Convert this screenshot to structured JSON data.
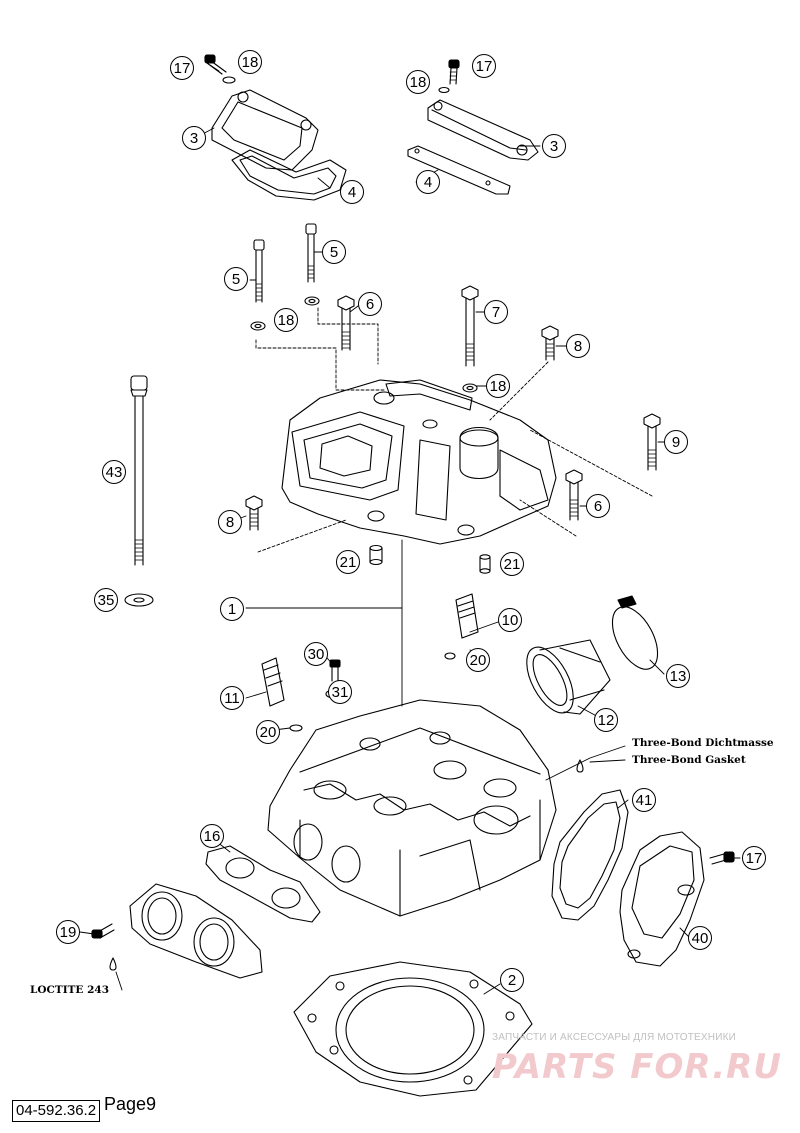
{
  "diagram": {
    "title": "",
    "callouts": [
      {
        "id": "c-17a",
        "label": "17"
      },
      {
        "id": "c-18a",
        "label": "18"
      },
      {
        "id": "c-3a",
        "label": "3"
      },
      {
        "id": "c-4a",
        "label": "4"
      },
      {
        "id": "c-18b",
        "label": "18"
      },
      {
        "id": "c-17b",
        "label": "17"
      },
      {
        "id": "c-3b",
        "label": "3"
      },
      {
        "id": "c-4b",
        "label": "4"
      },
      {
        "id": "c-5a",
        "label": "5"
      },
      {
        "id": "c-5b",
        "label": "5"
      },
      {
        "id": "c-18c",
        "label": "18"
      },
      {
        "id": "c-6a",
        "label": "6"
      },
      {
        "id": "c-7",
        "label": "7"
      },
      {
        "id": "c-8a",
        "label": "8"
      },
      {
        "id": "c-18d",
        "label": "18"
      },
      {
        "id": "c-43",
        "label": "43"
      },
      {
        "id": "c-9",
        "label": "9"
      },
      {
        "id": "c-8b",
        "label": "8"
      },
      {
        "id": "c-6b",
        "label": "6"
      },
      {
        "id": "c-21a",
        "label": "21"
      },
      {
        "id": "c-21b",
        "label": "21"
      },
      {
        "id": "c-35",
        "label": "35"
      },
      {
        "id": "c-1",
        "label": "1"
      },
      {
        "id": "c-10",
        "label": "10"
      },
      {
        "id": "c-20a",
        "label": "20"
      },
      {
        "id": "c-30",
        "label": "30"
      },
      {
        "id": "c-13",
        "label": "13"
      },
      {
        "id": "c-31",
        "label": "31"
      },
      {
        "id": "c-11",
        "label": "11"
      },
      {
        "id": "c-12",
        "label": "12"
      },
      {
        "id": "c-20b",
        "label": "20"
      },
      {
        "id": "c-41",
        "label": "41"
      },
      {
        "id": "c-16",
        "label": "16"
      },
      {
        "id": "c-17c",
        "label": "17"
      },
      {
        "id": "c-40",
        "label": "40"
      },
      {
        "id": "c-19",
        "label": "19"
      },
      {
        "id": "c-2",
        "label": "2"
      }
    ],
    "notes": {
      "sealant_de": "Three-Bond Dichtmasse",
      "sealant_en": "Three-Bond Gasket",
      "loctite": "LOCTITE 243"
    }
  },
  "footer": {
    "code": "04-592.36.2",
    "page": "Page9"
  },
  "watermark": {
    "tagline": "ЗАПЧАСТИ И АКСЕССУАРЫ ДЛЯ МОТОТЕХНИКИ",
    "logo": "PARTS FOR.RU"
  }
}
